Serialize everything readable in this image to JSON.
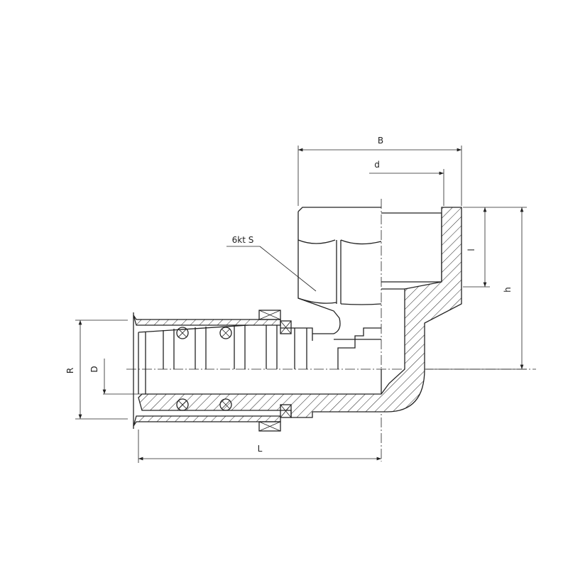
{
  "drawing": {
    "labels": {
      "B": "B",
      "d": "d",
      "l": "l",
      "h": "h",
      "R": "R",
      "D": "D",
      "L": "L",
      "hex": "6kt S"
    }
  }
}
